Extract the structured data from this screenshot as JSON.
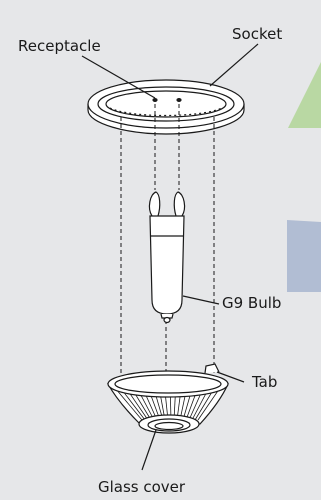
{
  "labels": {
    "receptacle": "Receptacle",
    "socket": "Socket",
    "bulb": "G9 Bulb",
    "tab": "Tab",
    "glass_cover": "Glass cover"
  },
  "colors": {
    "background": "#e6e7e9",
    "line": "#1a1a1a",
    "watermark_green": "#b9d8a3",
    "watermark_blue": "#9aabc9"
  }
}
